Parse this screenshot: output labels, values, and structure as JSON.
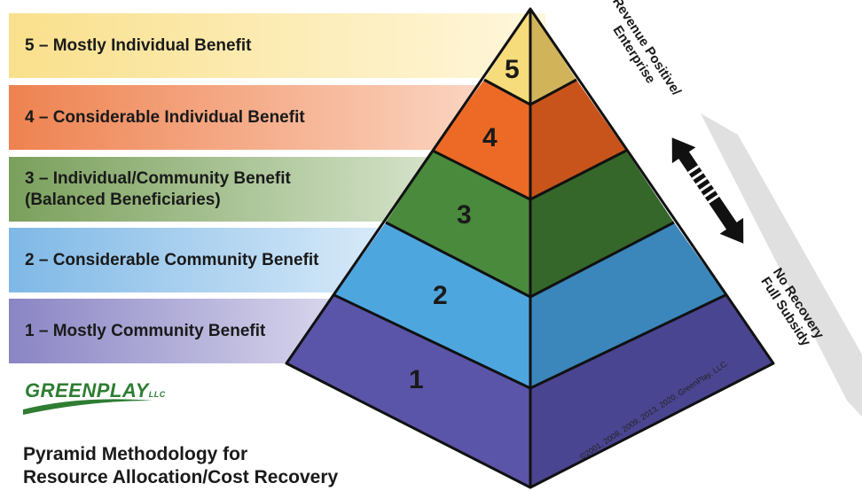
{
  "bands": [
    {
      "label": "5 – Mostly Individual Benefit",
      "color_from": "#f9e08c",
      "color_to": "#fff7dc"
    },
    {
      "label": "4 – Considerable Individual Benefit",
      "color_from": "#ee8250",
      "color_to": "#fcd9c7"
    },
    {
      "label": "3 – Individual/Community Benefit\n(Balanced Beneficiaries)",
      "color_from": "#7aa05c",
      "color_to": "#dce8d2"
    },
    {
      "label": "2 – Considerable Community Benefit",
      "color_from": "#7fb8e6",
      "color_to": "#e2f0fb"
    },
    {
      "label": "1 – Mostly Community Benefit",
      "color_from": "#8a85c4",
      "color_to": "#e4e2f3"
    }
  ],
  "levels": [
    "5",
    "4",
    "3",
    "2",
    "1"
  ],
  "level_colors": {
    "5": {
      "left": "#f6dc7a",
      "right": "#d1b45a"
    },
    "4": {
      "left": "#ec6a26",
      "right": "#c8541c"
    },
    "3": {
      "left": "#4a8a3c",
      "right": "#35672b"
    },
    "2": {
      "left": "#4ea6df",
      "right": "#3b86bb"
    },
    "1": {
      "left": "#5a55a8",
      "right": "#4a4590"
    }
  },
  "top_label": "Revenue Positive/\nEnterprise",
  "bottom_label": "No Recovery\nFull Subsidy",
  "logo": {
    "text": "GREENPLAY",
    "suffix": "LLC"
  },
  "title": "Pyramid Methodology for\nResource Allocation/Cost Recovery",
  "copyright": "©2001, 2008, 2009, 2013, 2020, GreenPlay, LLC."
}
